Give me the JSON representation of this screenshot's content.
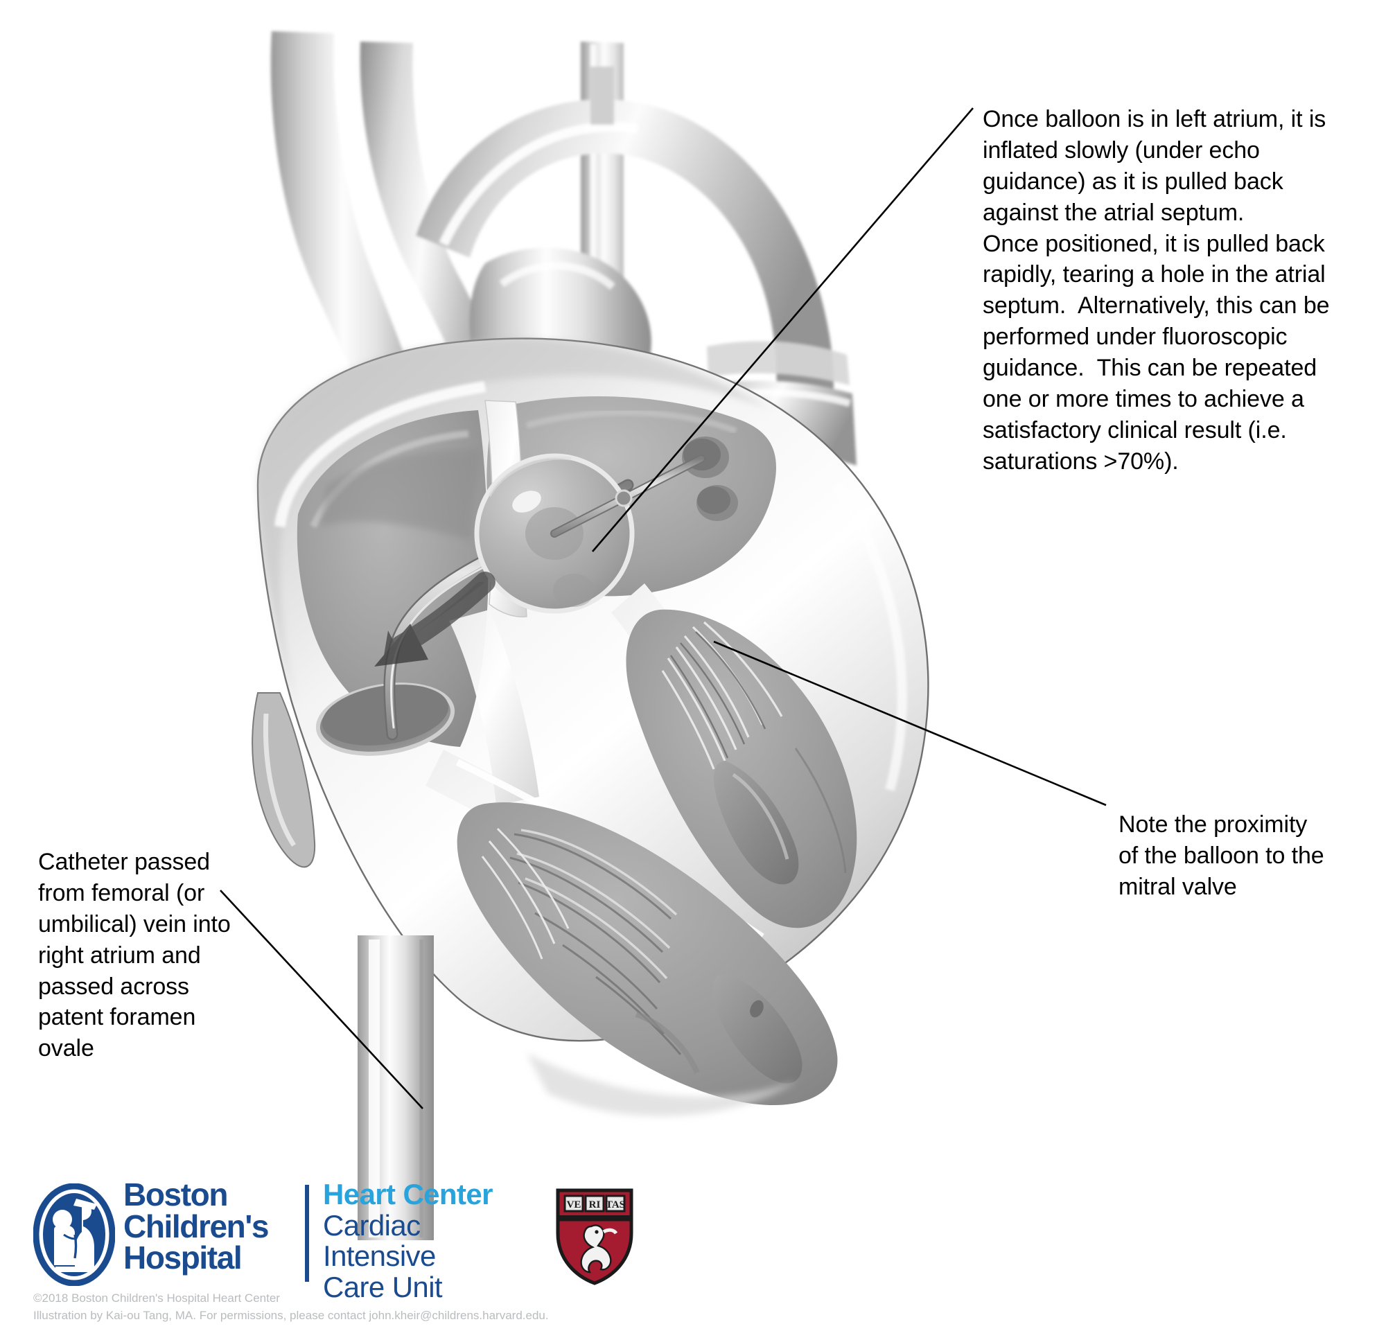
{
  "illustration": {
    "title": "Balloon atrial septostomy — cutaway heart illustration",
    "alt": "Grayscale anatomical cross-section of a neonatal heart showing a balloon-tipped catheter passed from the inferior vena cava through the right atrium, across the patent foramen ovale, with the balloon inflated in the left atrium adjacent to the mitral valve",
    "arrow_name": "catheter-direction-arrow"
  },
  "annotations": {
    "balloon": "Once balloon is in left atrium, it is inflated slowly (under echo guidance) as it is pulled back against the atrial septum.\nOnce positioned, it is pulled back rapidly, tearing a hole in the atrial septum.  Alternatively, this can be performed under fluoroscopic guidance.  This can be repeated one or more times to achieve a satisfactory clinical result (i.e. saturations >70%).",
    "mitral": "Note the proximity of the balloon to the mitral valve",
    "catheter": "Catheter passed from femoral (or umbilical) vein into right atrium and passed across patent foramen ovale"
  },
  "logo": {
    "hospital_line1": "Boston",
    "hospital_line2": "Children's",
    "hospital_line3": "Hospital",
    "center_line1": "Heart Center",
    "center_line2": "Cardiac Intensive",
    "center_line3": "Care Unit",
    "harvard_motto": "VERITAS"
  },
  "credits": {
    "line1": "©2018 Boston Children's Hospital Heart Center",
    "line2": "Illustration by Kai-ou Tang, MA.  For permissions, please contact john.kheir@childrens.harvard.edu."
  },
  "colors": {
    "bch_blue": "#1B4B8F",
    "heart_center_blue": "#29A3DC",
    "harvard_crimson": "#A51C30",
    "leader_line": "#000000",
    "credit_gray": "#b9bcbe"
  }
}
